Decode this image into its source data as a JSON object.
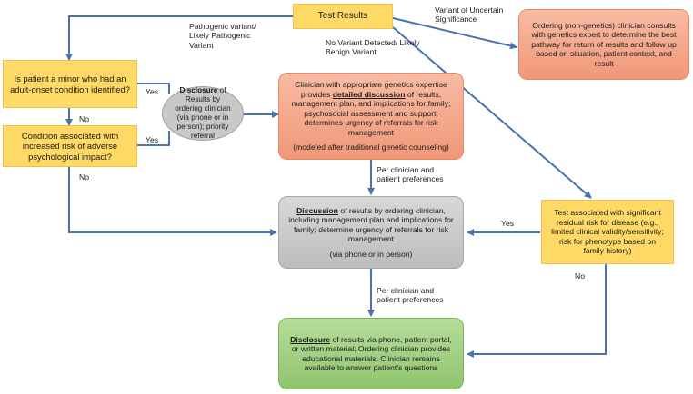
{
  "nodes": {
    "test_results": "Test Results",
    "minor_question": "Is patient a minor who had an adult-onset condition identified?",
    "psych_question": "Condition associated with increased risk of adverse psychological impact?",
    "ordering_disclosure": {
      "bold": "Disclosure",
      "text": " of Results by ordering clinician (via phone or in person); priority referral"
    },
    "expert_discussion": {
      "pre": "Clinician with appropriate genetics expertise provides ",
      "bold": "detailed discussion",
      "post": " of results, management plan, and implications for family; psychosocial assessment and support; determines urgency of referrals for risk management",
      "note": "(modeled after traditional genetic counseling)"
    },
    "vus_consult": "Ordering (non-genetics) clinician consults with genetics expert to determine the best pathway for return of results and follow up based on situation, patient context, and result",
    "clinician_discussion": {
      "bold": "Discussion",
      "text": " of results by ordering clinician, including management plan and implications for family; determine urgency of referrals for risk management",
      "note": "(via phone or in person)"
    },
    "residual_risk": "Test associated with significant residual risk for disease (e.g., limited clinical validity/sensitivity; risk for phenotype based on family history)",
    "final_disclosure": {
      "bold": "Disclosure",
      "text": " of results via phone, patient portal, or written material; Ordering clinician provides educational materials; Clinician remains available to answer patient's questions"
    }
  },
  "edge_labels": {
    "pathogenic": "Pathogenic variant/ Likely Pathogenic Variant",
    "vus": "Variant of Uncertain Significance",
    "no_variant": "No Variant Detected/ Likely Benign Variant",
    "yes_minor": "Yes",
    "no_minor": "No",
    "yes_psych": "Yes",
    "no_psych": "No",
    "pref_upper": "Per clinician and patient preferences",
    "pref_lower": "Per clinician and patient preferences",
    "yes_residual": "Yes",
    "no_residual": "No"
  },
  "colors": {
    "arrow": "#4a72b0",
    "decision": "#ffd966",
    "genetics": "#f4a183",
    "discussion": "#c8c8c8",
    "disclosure": "#9ccd7c"
  }
}
